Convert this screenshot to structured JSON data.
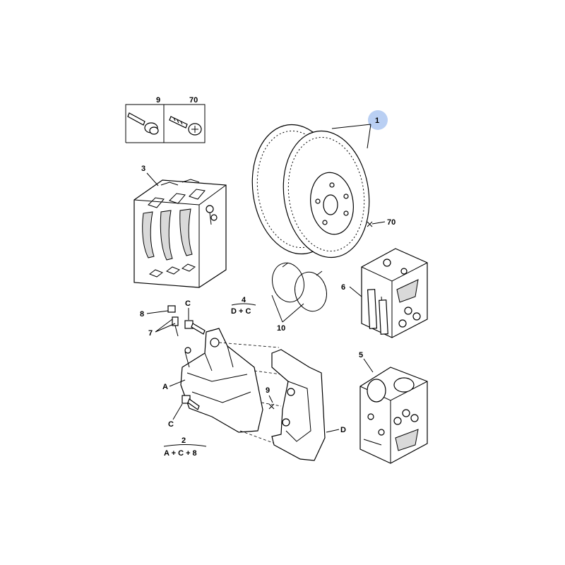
{
  "colors": {
    "highlight": "#b9cff3",
    "ink": "#000000",
    "shade": "#d9d9d9"
  },
  "labels": {
    "l1": "1",
    "l2": "2",
    "l2_formula": "A + C + 8",
    "l3": "3",
    "l4": "4",
    "l4_formula": "D + C",
    "l5": "5",
    "l6": "6",
    "l7": "7",
    "l8": "8",
    "l9_top": "9",
    "l70_top": "70",
    "l9_bracket": "9",
    "l10": "10",
    "l70_disc": "70",
    "lA": "A",
    "lC_top": "C",
    "lC_bottom": "C",
    "lD": "D"
  }
}
